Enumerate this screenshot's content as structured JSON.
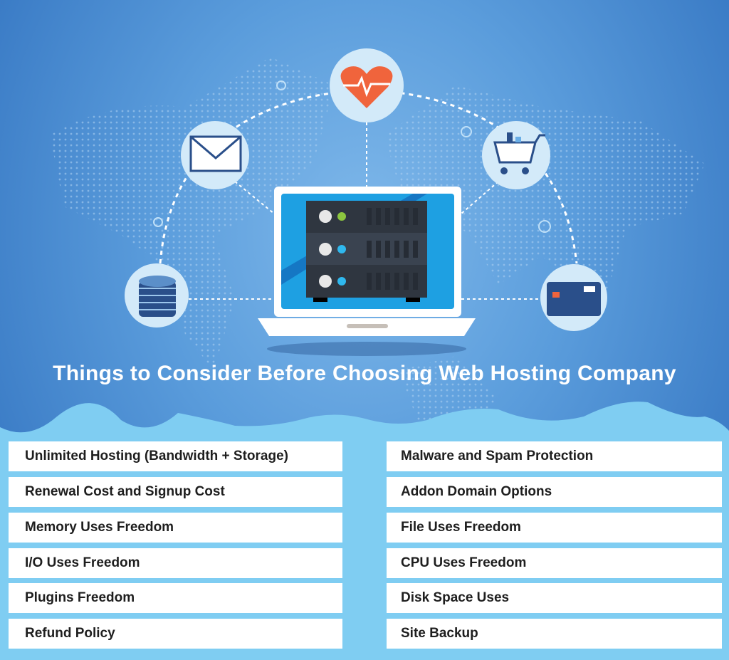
{
  "title": "Things to Consider Before Choosing Web Hosting Company",
  "colors": {
    "background": "#3b7cc6",
    "wave": "#7fcdf2",
    "icon_circle": "#d3eaf9",
    "heart": "#f0643c",
    "server": "#2f3640"
  },
  "icons": [
    "heart-pulse-icon",
    "envelope-icon",
    "shopping-cart-icon",
    "coins-icon",
    "credit-card-icon",
    "server-laptop-icon"
  ],
  "left_items": [
    "Unlimited Hosting (Bandwidth + Storage)",
    "Renewal Cost and Signup Cost",
    "Memory Uses Freedom",
    "I/O Uses Freedom",
    "Plugins Freedom",
    "Refund Policy"
  ],
  "right_items": [
    "Malware and Spam Protection",
    "Addon Domain Options",
    "File Uses Freedom",
    "CPU Uses Freedom",
    "Disk Space Uses",
    "Site Backup"
  ]
}
